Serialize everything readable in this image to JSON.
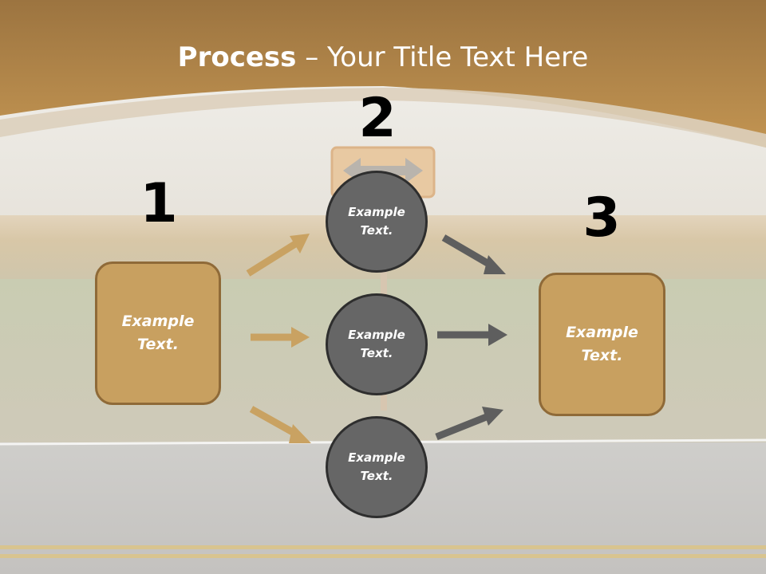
{
  "title": {
    "bold": "Process",
    "separator": " – ",
    "rest": "Your Title Text Here"
  },
  "steps": {
    "one": {
      "number": "1",
      "box_text": "Example Text."
    },
    "two": {
      "number": "2",
      "circles": [
        {
          "text": "Example Text."
        },
        {
          "text": "Example Text."
        },
        {
          "text": "Example Text."
        }
      ]
    },
    "three": {
      "number": "3",
      "box_text": "Example Text."
    }
  },
  "colors": {
    "header": "#b88b4a",
    "box_fill": "#c8a060",
    "box_border": "#8f6a38",
    "circle_fill": "#666666",
    "circle_border": "#2e2e2e",
    "arrow_gold": "#c9a262",
    "arrow_gray": "#5e5e5e"
  }
}
